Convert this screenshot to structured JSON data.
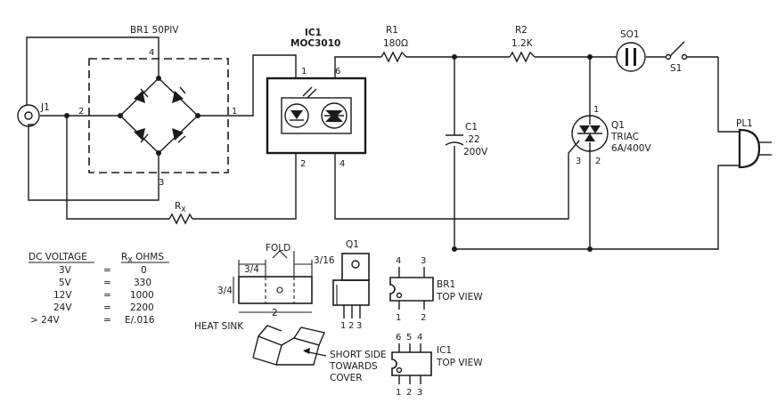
{
  "bridge": {
    "label": "BR1  50PIV",
    "pins": [
      "4",
      "2",
      "1",
      "3"
    ]
  },
  "jack": {
    "label": "J1"
  },
  "resistor_x": {
    "label_main": "R",
    "label_sub": "X"
  },
  "optocoupler": {
    "label": "IC1",
    "part": "MOC3010",
    "pins": [
      "1",
      "6",
      "2",
      "4"
    ]
  },
  "r1": {
    "label": "R1",
    "value": "180Ω"
  },
  "r2": {
    "label": "R2",
    "value": "1.2K"
  },
  "capacitor": {
    "label": "C1",
    "value1": ".22",
    "value2": "200V"
  },
  "triac": {
    "label": "Q1",
    "type": "TRIAC",
    "rating": "6A/400V",
    "pins": [
      "1",
      "3",
      "2"
    ]
  },
  "socket": {
    "label": "SO1"
  },
  "switch": {
    "label": "S1"
  },
  "plug": {
    "label": "PL1"
  },
  "table": {
    "col1_header": "DC VOLTAGE",
    "col2_header_main": "R",
    "col2_header_sub": "X",
    "col2_header_tail": " OHMS",
    "rows": [
      {
        "voltage": "3V",
        "eq": "=",
        "ohms": "0"
      },
      {
        "voltage": "5V",
        "eq": "=",
        "ohms": "330"
      },
      {
        "voltage": "12V",
        "eq": "=",
        "ohms": "1000"
      },
      {
        "voltage": "24V",
        "eq": "=",
        "ohms": "2200"
      },
      {
        "voltage": "> 24V",
        "eq": "=",
        "ohms": "E/.016"
      }
    ]
  },
  "heatsink": {
    "fold_label": "FOLD",
    "dim_a": "3/4",
    "dim_b": "3/16",
    "dim_c": "3/4",
    "dim_d": "2",
    "label": "HEAT SINK",
    "note_line1": "SHORT SIDE",
    "note_line2": "TOWARDS",
    "note_line3": "COVER"
  },
  "q1_package": {
    "label": "Q1",
    "pins": [
      "1",
      "2",
      "3"
    ]
  },
  "br1_package": {
    "top_pins": [
      "4",
      "3"
    ],
    "bottom_pins": [
      "1",
      "2"
    ],
    "label1": "BR1",
    "label2": "TOP VIEW"
  },
  "ic1_package": {
    "top_pins": [
      "6",
      "5",
      "4"
    ],
    "bottom_pins": [
      "1",
      "2",
      "3"
    ],
    "label1": "IC1",
    "label2": "TOP VIEW"
  }
}
